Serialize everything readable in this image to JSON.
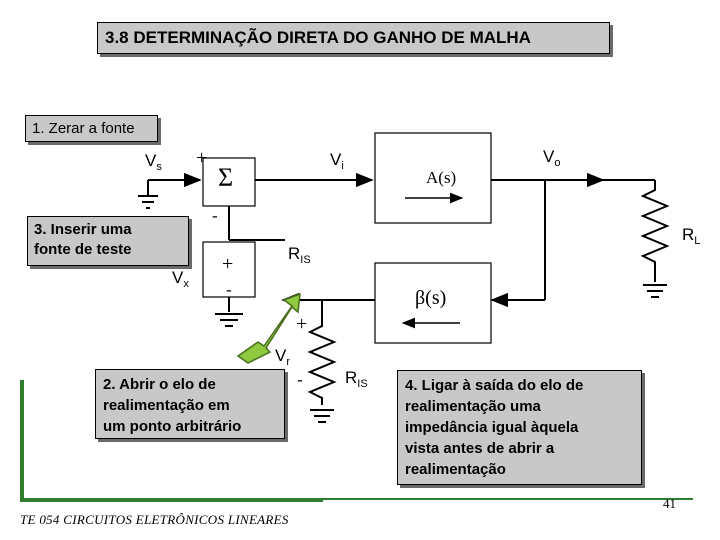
{
  "title": "3.8 DETERMINAÇÃO DIRETA DO GANHO DE MALHA",
  "steps": {
    "step1": "1. Zerar a fonte",
    "step2_lines": [
      "2. Abrir o elo de",
      "realimentação em",
      "um ponto arbitrário"
    ],
    "step3_lines": [
      "3. Inserir uma",
      "fonte de teste"
    ],
    "step4_lines": [
      "4. Ligar à saída do elo de",
      "realimentação uma",
      "impedância igual àquela",
      "vista antes de abrir a",
      "realimentação"
    ]
  },
  "circuit": {
    "vs_main": "V",
    "vs_sub": "s",
    "vi_main": "V",
    "vi_sub": "i",
    "vo_main": "V",
    "vo_sub": "o",
    "vx_main": "V",
    "vx_sub": "x",
    "vr_main": "V",
    "vr_sub": "r",
    "ris1_main": "R",
    "ris1_sub": "IS",
    "ris2_main": "R",
    "ris2_sub": "IS",
    "rl_main": "R",
    "rl_sub": "L",
    "sigma": "Σ",
    "amp": "A(s)",
    "beta": "β(s)",
    "plus": "+",
    "minus": "-"
  },
  "footer": "TE 054 CIRCUITOS ELETRÔNICOS LINEARES",
  "page_number": "41",
  "colors": {
    "box_fill": "#c8c8c8",
    "arrow_green": "#8ec93f",
    "footer_bar": "#2f7d2f"
  }
}
